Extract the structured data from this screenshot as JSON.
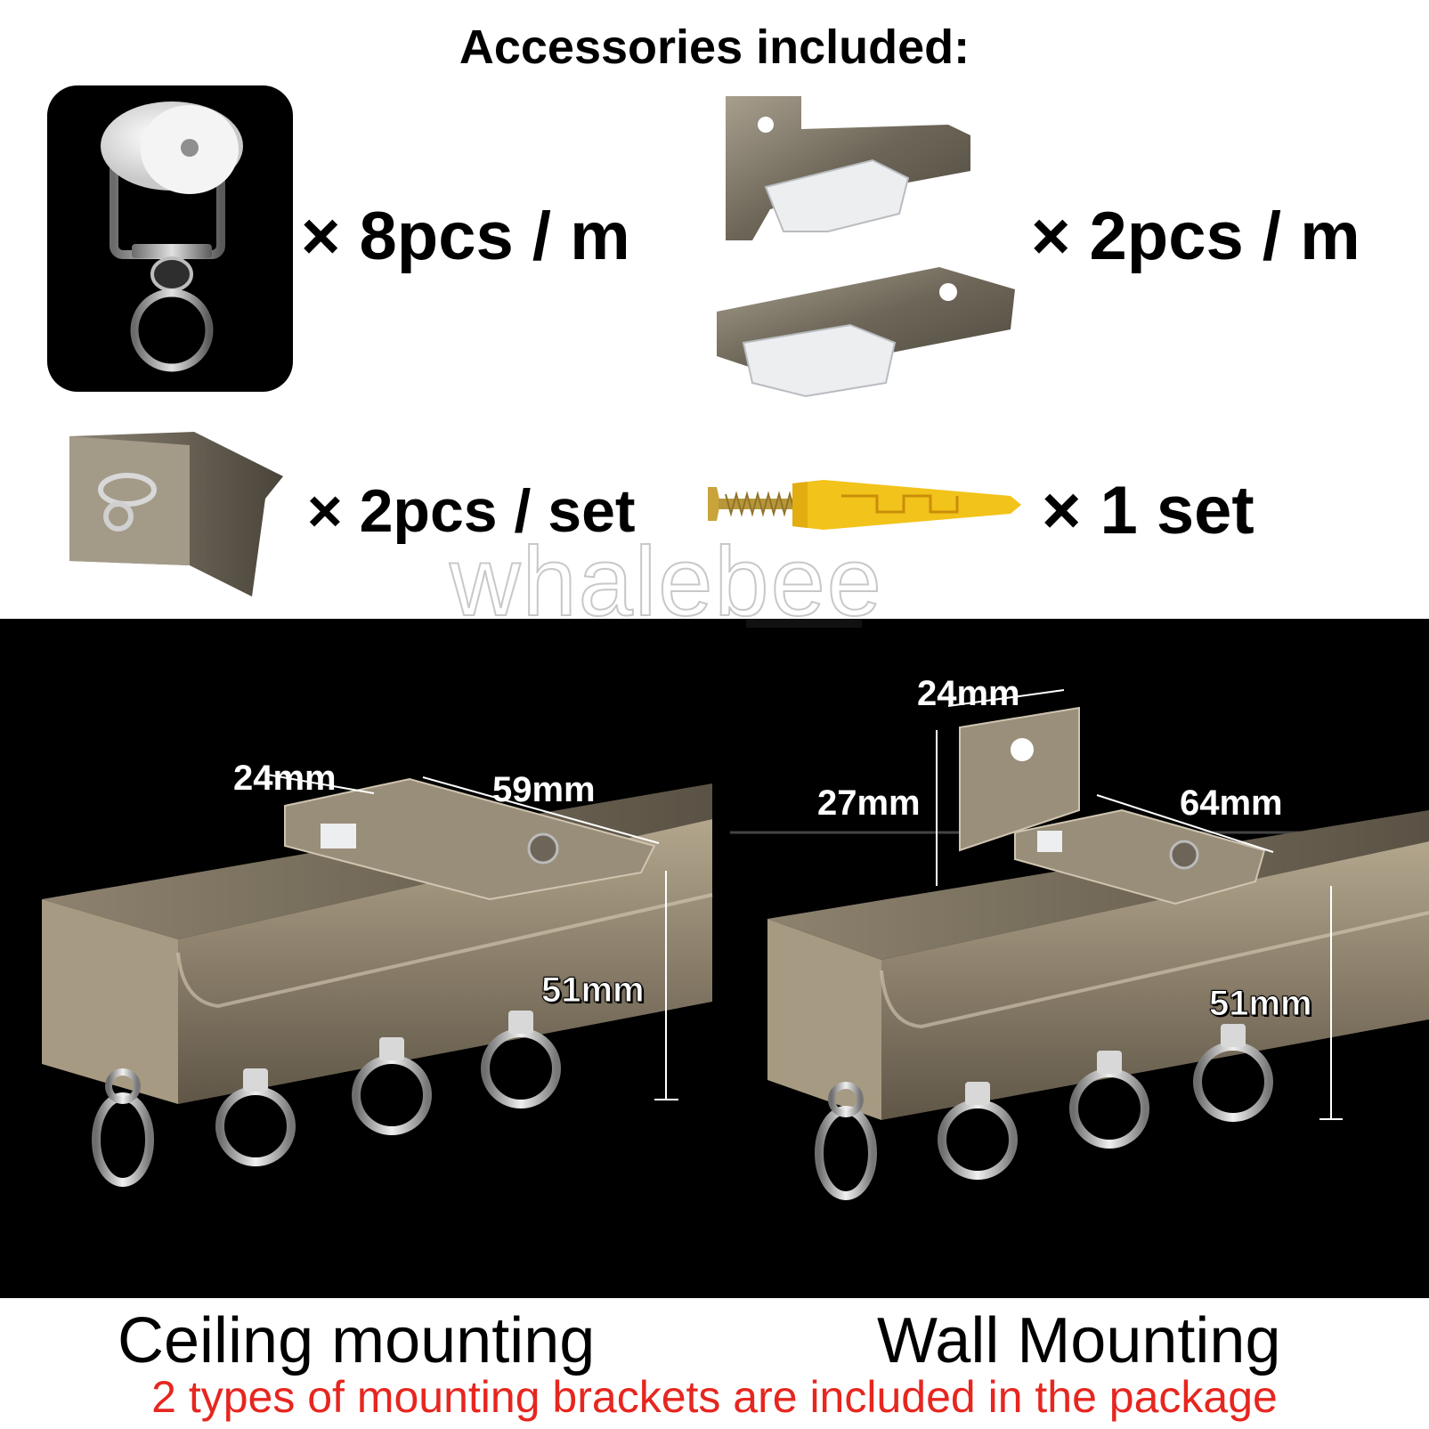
{
  "header": {
    "title": "Accessories included:"
  },
  "accessories": [
    {
      "icon": "roller-hook-icon",
      "quantity": "× 8pcs / m"
    },
    {
      "icon": "mounting-bracket-icon",
      "quantity": "× 2pcs / m"
    },
    {
      "icon": "end-cap-icon",
      "quantity": "× 2pcs / set"
    },
    {
      "icon": "screw-anchor-icon",
      "quantity": "× 1 set"
    }
  ],
  "watermark": "whalebee",
  "ceiling": {
    "caption": "Ceiling mounting",
    "dims": {
      "width": "24mm",
      "length": "59mm",
      "height": "51mm"
    }
  },
  "wall": {
    "caption": "Wall Mounting",
    "dims": {
      "width": "24mm",
      "bracket_height": "27mm",
      "length": "64mm",
      "height": "51mm"
    }
  },
  "note": "2 types of mounting brackets are included in the package",
  "colors": {
    "note_red": "#e6261f",
    "rail": "#8a7e6a",
    "bracket_white": "#eceef0",
    "anchor_yellow": "#f2c31a"
  }
}
